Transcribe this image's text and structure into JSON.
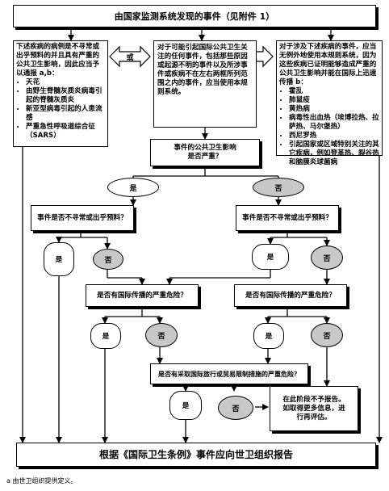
{
  "top_box": "由国家监测系统发现的事件（见附件 1）",
  "left_box": {
    "intro": "下述疾病的病例是不寻常或出乎预料的并且具有严重的公共卫生影响，因此应当予以通报 a,b：",
    "items": [
      "天花",
      "由野生脊髓灰质炎病毒引起的脊髓灰质炎",
      "新亚型病毒引起的人患流感",
      "严重急性呼吸道综合征（SARS）"
    ]
  },
  "middle_box": "对于可能引起国际公共卫生关注的任何事件，包括那些原因或起源不明的事件以及所涉事件或疾病不在左右两框所列范围之内的事件，应当使用本规则系统。",
  "right_box": {
    "intro": "对于涉及下述疾病的事件，应当无例外地使用本规则系统，因为这些疾病已证明能够造成严重的公共卫生影响并能在国际上迅速传播 b：",
    "items": [
      "霍乱",
      "肺鼠疫",
      "黄热病",
      "病毒性出血热（埃博拉热、拉萨热、马尔堡热）",
      "西尼罗热",
      "引起国家或区域特别关注的其它疾病，例如登革热、裂谷热和脑膜炎球菌病"
    ]
  },
  "or_label": "或",
  "q1": "事件的公共卫生影响\n是否严重？",
  "q2_left": "事件是否不寻常或出乎预料？",
  "q2_right": "事件是否不寻常或出乎预料？",
  "q3_left": "是否有国际传播的严重危险？",
  "q3_right": "是否有国际传播的严重危险？",
  "q4": "是否有采取国际旅行或贸易限制措施的严重危险？",
  "yes": "是",
  "no": "否",
  "not_report_box": "在此阶段不予报告。\n如取得更多信息，进\n行再评估。",
  "bottom_box": "根据《国际卫生条例》事件应向世卫组织报告",
  "footnote": "a 由世卫组织提供定义。"
}
